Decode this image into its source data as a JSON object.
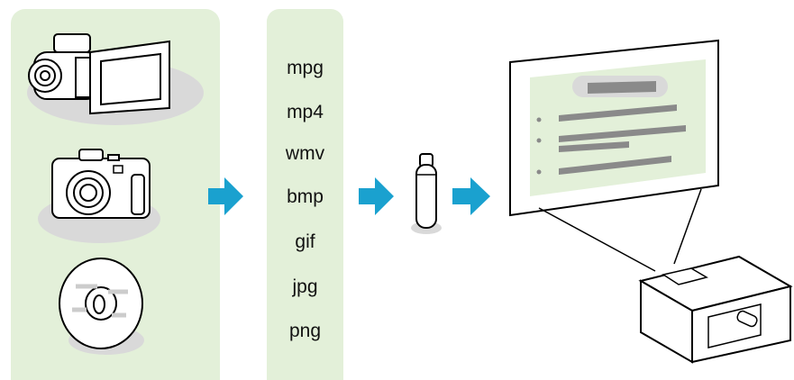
{
  "sources": {
    "items": [
      {
        "name": "video camera",
        "icon": "video-camera-icon"
      },
      {
        "name": "digital camera",
        "icon": "digital-camera-icon"
      },
      {
        "name": "disc",
        "icon": "disc-icon"
      }
    ]
  },
  "formats": [
    "mpg",
    "mp4",
    "wmv",
    "bmp",
    "gif",
    "jpg",
    "png"
  ],
  "devices": {
    "usb": {
      "icon": "usb-memory-icon"
    },
    "projector": {
      "icon": "projector-icon"
    },
    "screen": {
      "icon": "projection-screen-icon"
    }
  },
  "colors": {
    "panel": "#e3f0d9",
    "arrow": "#1aa1cf",
    "shadow": "#d9d9d9",
    "screen_content": "#e3f0d9",
    "bar": "#8a8a8a"
  }
}
